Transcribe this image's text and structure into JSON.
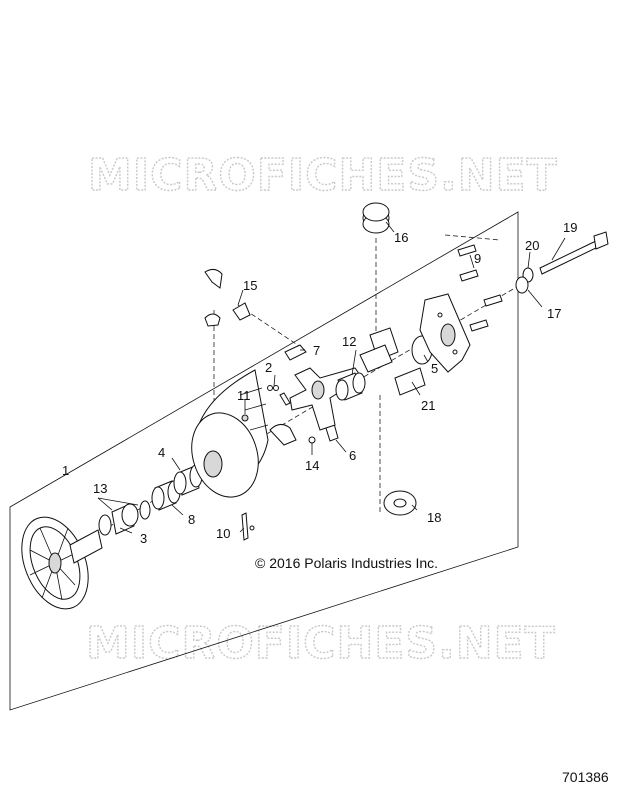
{
  "watermark": "MICROFICHES.NET",
  "copyright": "© 2016 Polaris Industries Inc.",
  "figure_number": "701386",
  "callouts": [
    "1",
    "2",
    "3",
    "4",
    "5",
    "6",
    "7",
    "8",
    "9",
    "10",
    "11",
    "12",
    "13",
    "14",
    "15",
    "16",
    "17",
    "18",
    "19",
    "20",
    "21"
  ],
  "icons": [
    "clutch-sheave-icon",
    "spring-icon",
    "bolt-icon",
    "washer-icon",
    "bushing-icon",
    "spider-icon",
    "roller-icon",
    "weight-icon",
    "cover-plate-icon"
  ]
}
